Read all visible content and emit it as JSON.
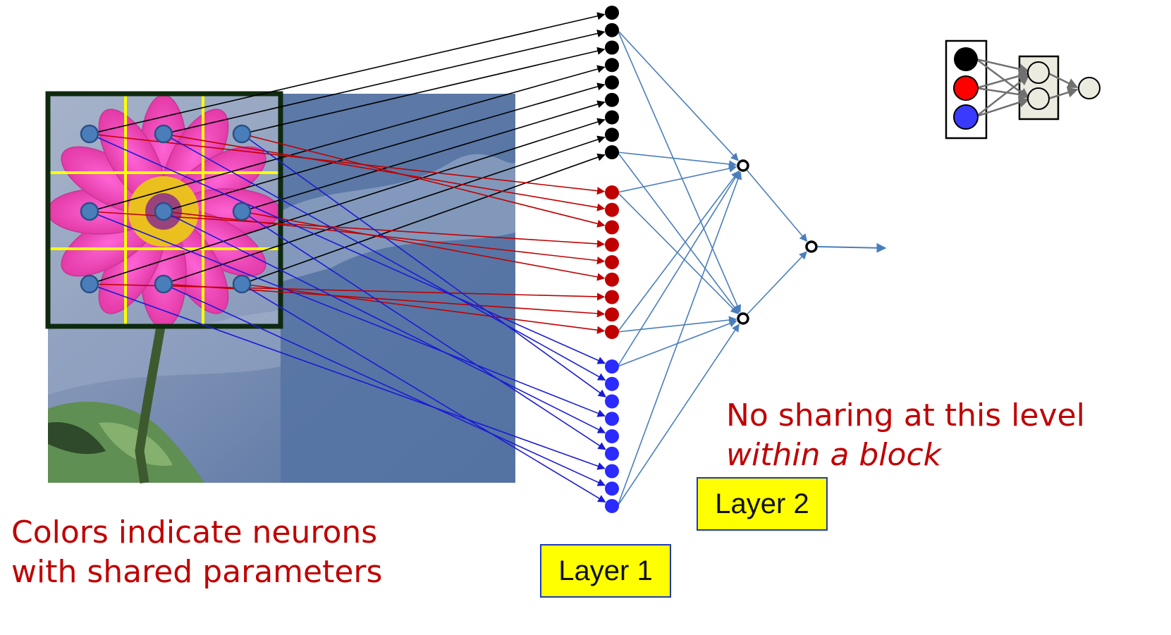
{
  "annotations": {
    "shared_line1": "Colors indicate neurons",
    "shared_line2": "with shared parameters",
    "no_sharing_line1": "No sharing at this level",
    "no_sharing_line2": "within a block"
  },
  "labels": {
    "layer1": "Layer 1",
    "layer2": "Layer 2"
  },
  "colors": {
    "black_group": "#000000",
    "red_group": "#c00000",
    "blue_group": "#2b2bff",
    "layer2_edges": "#4a7ebb",
    "label_background": "#ffff00",
    "grid_lines": "#ffff00",
    "window_border": "#0e2a0e",
    "caption_text": "#c00000"
  }
}
